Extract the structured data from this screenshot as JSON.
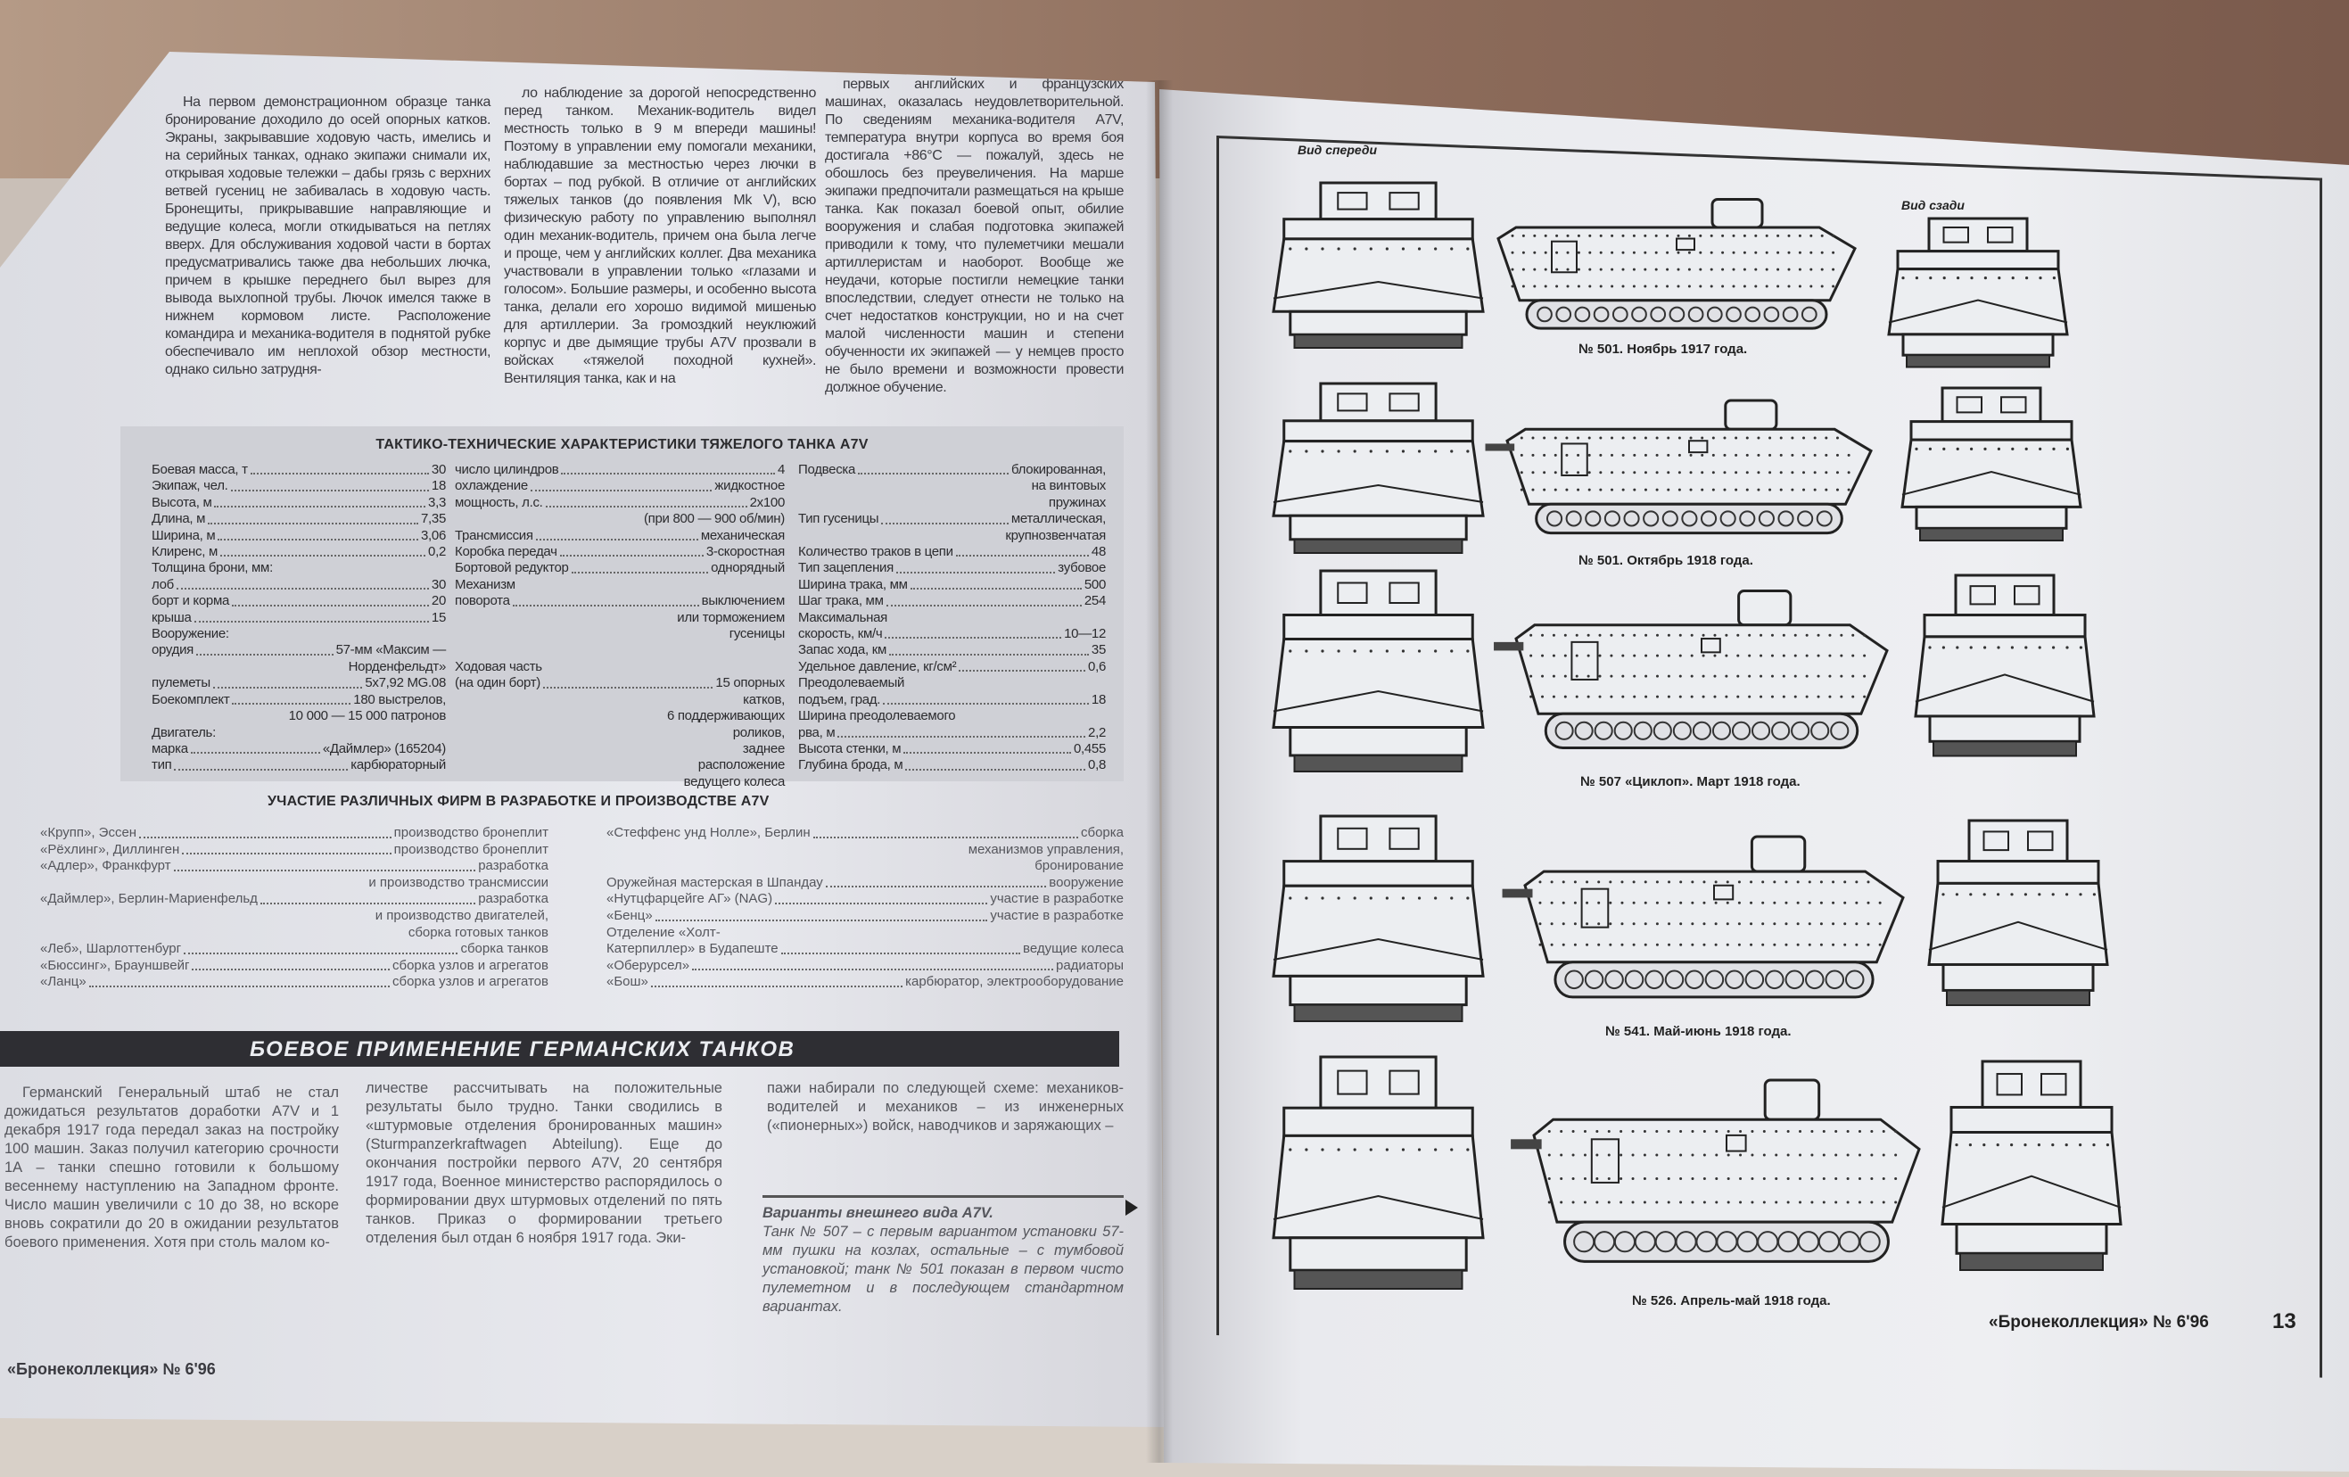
{
  "left_page": {
    "intro_columns": [
      "На первом демонстрационном образце танка бронирование доходило до осей опорных катков. Экраны, закрывавшие ходовую часть, имелись и на серийных танках, однако экипажи снимали их, открывая ходовые тележки – дабы грязь с верхних ветвей гусениц не забивалась в ходовую часть. Бронещиты, прикрывавшие направляющие и ведущие колеса, могли откидываться на петлях вверх. Для обслуживания ходовой части в бортах предусматривались также два небольших лючка, причем в крышке переднего был вырез для вывода выхлопной трубы. Лючок имелся также в нижнем кормовом листе. Расположение командира и механика-водителя в поднятой рубке обеспечивало им неплохой обзор местности, однако сильно затрудня-",
      "ло наблюдение за дорогой непосредственно перед танком. Механик-водитель видел местность только в 9 м впереди машины! Поэтому в управлении ему помогали механики, наблюдавшие за местностью через лючки в бортах – под рубкой. В отличие от английских тяжелых танков (до появления Mk V), всю физическую работу по управлению выполнял один механик-водитель, причем она была легче и проще, чем у английских коллег. Два механика участвовали в управлении только «глазами и голосом». Большие размеры, и особенно высота танка, делали его хорошо видимой мишенью для артиллерии. За громоздкий неуклюжий корпус и две дымящие трубы A7V прозвали в войсках «тяжелой походной кухней». Вентиляция танка, как и на",
      "первых английских и французских машинах, оказалась неудовлетворительной. По сведениям механика-водителя A7V, температура внутри корпуса во время боя достигала +86°C — пожалуй, здесь не обошлось без преувеличения. На марше экипажи предпочитали размещаться на крыше танка. Как показал боевой опыт, обилие вооружения и слабая подготовка экипажей приводили к тому, что пулеметчики мешали артиллеристам и наоборот. Вообще же неудачи, которые постигли немецкие танки впоследствии, следует отнести не только на счет недостатков конструкции, но и на счет малой численности машин и степени обученности их экипажей — у немцев просто не было времени и возможности провести должное обучение."
    ],
    "specs": {
      "title": "ТАКТИКО-ТЕХНИЧЕСКИЕ ХАРАКТЕРИСТИКИ ТЯЖЕЛОГО ТАНКА A7V",
      "columns": [
        [
          [
            "Боевая масса, т",
            "30"
          ],
          [
            "Экипаж, чел.",
            "18"
          ],
          [
            "Высота, м",
            "3,3"
          ],
          [
            "Длина, м",
            "7,35"
          ],
          [
            "Ширина, м",
            "3,06"
          ],
          [
            "Клиренс, м",
            "0,2"
          ],
          [
            "Толщина брони, мм:",
            ""
          ],
          [
            "лоб",
            "30"
          ],
          [
            "борт и корма",
            "20"
          ],
          [
            "крыша",
            "15"
          ],
          [
            "Вооружение:",
            ""
          ],
          [
            "орудия",
            "57-мм «Максим —"
          ],
          [
            "",
            "Норденфельдт»"
          ],
          [
            "пулеметы",
            "5х7,92 MG.08"
          ],
          [
            "Боекомплект",
            "180 выстрелов,"
          ],
          [
            "",
            "10 000 — 15 000 патронов"
          ],
          [
            "Двигатель:",
            ""
          ],
          [
            "марка",
            "«Даймлер» (165204)"
          ],
          [
            "тип",
            "карбюраторный"
          ]
        ],
        [
          [
            "число цилиндров",
            "4"
          ],
          [
            "охлаждение",
            "жидкостное"
          ],
          [
            "мощность, л.с.",
            "2х100"
          ],
          [
            "",
            "(при 800 — 900 об/мин)"
          ],
          [
            "Трансмиссия",
            "механическая"
          ],
          [
            "Коробка передач",
            "3-скоростная"
          ],
          [
            "Бортовой редуктор",
            "однорядный"
          ],
          [
            "Механизм",
            ""
          ],
          [
            "поворота",
            "выключением"
          ],
          [
            "",
            "или торможением"
          ],
          [
            "",
            "гусеницы"
          ],
          [
            "",
            ""
          ],
          [
            "Ходовая часть",
            ""
          ],
          [
            "(на один борт)",
            "15 опорных"
          ],
          [
            "",
            "катков,"
          ],
          [
            "",
            "6 поддерживающих"
          ],
          [
            "",
            "роликов,"
          ],
          [
            "",
            "заднее"
          ],
          [
            "",
            "расположение"
          ],
          [
            "",
            "ведущего колеса"
          ]
        ],
        [
          [
            "Подвеска",
            "блокированная,"
          ],
          [
            "",
            "на винтовых"
          ],
          [
            "",
            "пружинах"
          ],
          [
            "Тип гусеницы",
            "металлическая,"
          ],
          [
            "",
            "крупнозвенчатая"
          ],
          [
            "Количество траков в цепи",
            "48"
          ],
          [
            "Тип зацепления",
            "зубовое"
          ],
          [
            "Ширина трака, мм",
            "500"
          ],
          [
            "Шаг трака, мм",
            "254"
          ],
          [
            "Максимальная",
            ""
          ],
          [
            "скорость, км/ч",
            "10—12"
          ],
          [
            "Запас хода, км",
            "35"
          ],
          [
            "Удельное давление, кг/см²",
            "0,6"
          ],
          [
            "Преодолеваемый",
            ""
          ],
          [
            "подъем, град.",
            "18"
          ],
          [
            "Ширина преодолеваемого",
            ""
          ],
          [
            "рва, м",
            "2,2"
          ],
          [
            "Высота стенки, м",
            "0,455"
          ],
          [
            "Глубина брода, м",
            "0,8"
          ]
        ]
      ]
    },
    "firms": {
      "title": "УЧАСТИЕ РАЗЛИЧНЫХ ФИРМ В РАЗРАБОТКЕ И ПРОИЗВОДСТВЕ A7V",
      "columns": [
        [
          [
            "«Крупп», Эссен",
            "производство бронеплит"
          ],
          [
            "«Рёхлинг», Диллинген",
            "производство бронеплит"
          ],
          [
            "«Адлер», Франкфурт",
            "разработка"
          ],
          [
            "",
            "и производство трансмиссии"
          ],
          [
            "«Даймлер», Берлин-Мариенфельд",
            "разработка"
          ],
          [
            "",
            "и производство двигателей,"
          ],
          [
            "",
            "сборка готовых танков"
          ],
          [
            "«Леб», Шарлоттенбург",
            "сборка танков"
          ],
          [
            "«Бюссинг», Брауншвейг",
            "сборка узлов и агрегатов"
          ],
          [
            "«Ланц»",
            "сборка узлов и агрегатов"
          ]
        ],
        [
          [
            "«Стеффенс унд Нолле», Берлин",
            "сборка"
          ],
          [
            "",
            "механизмов управления,"
          ],
          [
            "",
            "бронирование"
          ],
          [
            "Оружейная мастерская в Шпандау",
            "вооружение"
          ],
          [
            "«Нутцфарцейге АГ» (NAG)",
            "участие в разработке"
          ],
          [
            "«Бенц»",
            "участие в разработке"
          ],
          [
            "Отделение «Холт-",
            ""
          ],
          [
            "Катерпиллер» в Будапеште",
            "ведущие колеса"
          ],
          [
            "«Оберурсел»",
            "радиаторы"
          ],
          [
            "«Бош»",
            "карбюратор, электрооборудование"
          ]
        ]
      ]
    },
    "section_heading": "БОЕВОЕ ПРИМЕНЕНИЕ ГЕРМАНСКИХ ТАНКОВ",
    "body_columns": [
      "Германский Генеральный штаб не стал дожидаться результатов доработки A7V и 1 декабря 1917 года передал заказ на постройку 100 машин. Заказ получил категорию срочности 1А – танки спешно готовили к большому весеннему наступлению на Западном фронте. Число машин увеличили с 10 до 38, но вскоре вновь сократили до 20 в ожидании результатов боевого применения. Хотя при столь малом ко-",
      "личестве рассчитывать на положительные результаты было трудно. Танки сводились в «штурмовые отделения бронированных машин» (Sturmpanzerkraftwagen Abteilung). Еще до окончания постройки первого A7V, 20 сентября 1917 года, Военное министерство распорядилось о формировании двух штурмовых отделений по пять танков. Приказ о формировании третьего отделения был отдан 6 ноября 1917 года. Эки-",
      "пажи набирали по следующей схеме: механиков-водителей и механиков – из инженерных («пионерных») войск, наводчиков и заряжающих –"
    ],
    "sidebar": {
      "title": "Варианты внешнего вида A7V.",
      "text": "Танк № 507 – с первым вариантом установки 57-мм пушки на козлах, остальные – с тумбовой установкой; танк № 501 показан в первом чисто пулеметном и в последующем стандартном вариантах."
    },
    "footer": "«Бронеколлекция» № 6'96"
  },
  "right_page": {
    "view_front_label": "Вид спереди",
    "view_rear_label": "Вид сзади",
    "captions": [
      "№ 501. Ноябрь 1917 года.",
      "№ 501. Октябрь 1918 года.",
      "№ 507 «Циклоп». Март 1918 года.",
      "№ 541. Май-июнь 1918 года.",
      "№ 526. Апрель-май 1918 года."
    ],
    "footer": "«Бронеколлекция» № 6'96",
    "page_number": "13"
  }
}
